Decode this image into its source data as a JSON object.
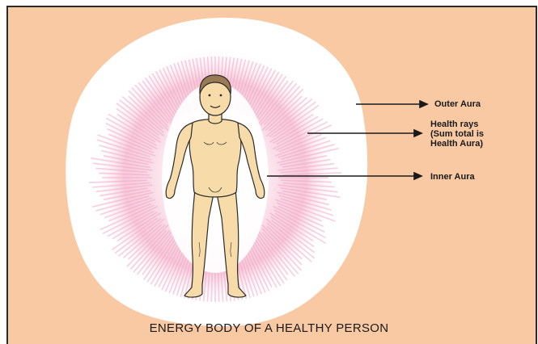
{
  "title": "ENERGY BODY OF A HEALTHY PERSON",
  "labels": {
    "outer_aura": "Outer Aura",
    "health_rays": [
      "Health rays",
      "(Sum total is",
      "Health Aura)"
    ],
    "inner_aura": "Inner Aura"
  },
  "colors": {
    "background": "#f8c9a3",
    "outer_aura": "#ffffff",
    "health_rays": "#f0a8c4",
    "skin": "#f7dcaa",
    "outline": "#2b2b2b"
  }
}
